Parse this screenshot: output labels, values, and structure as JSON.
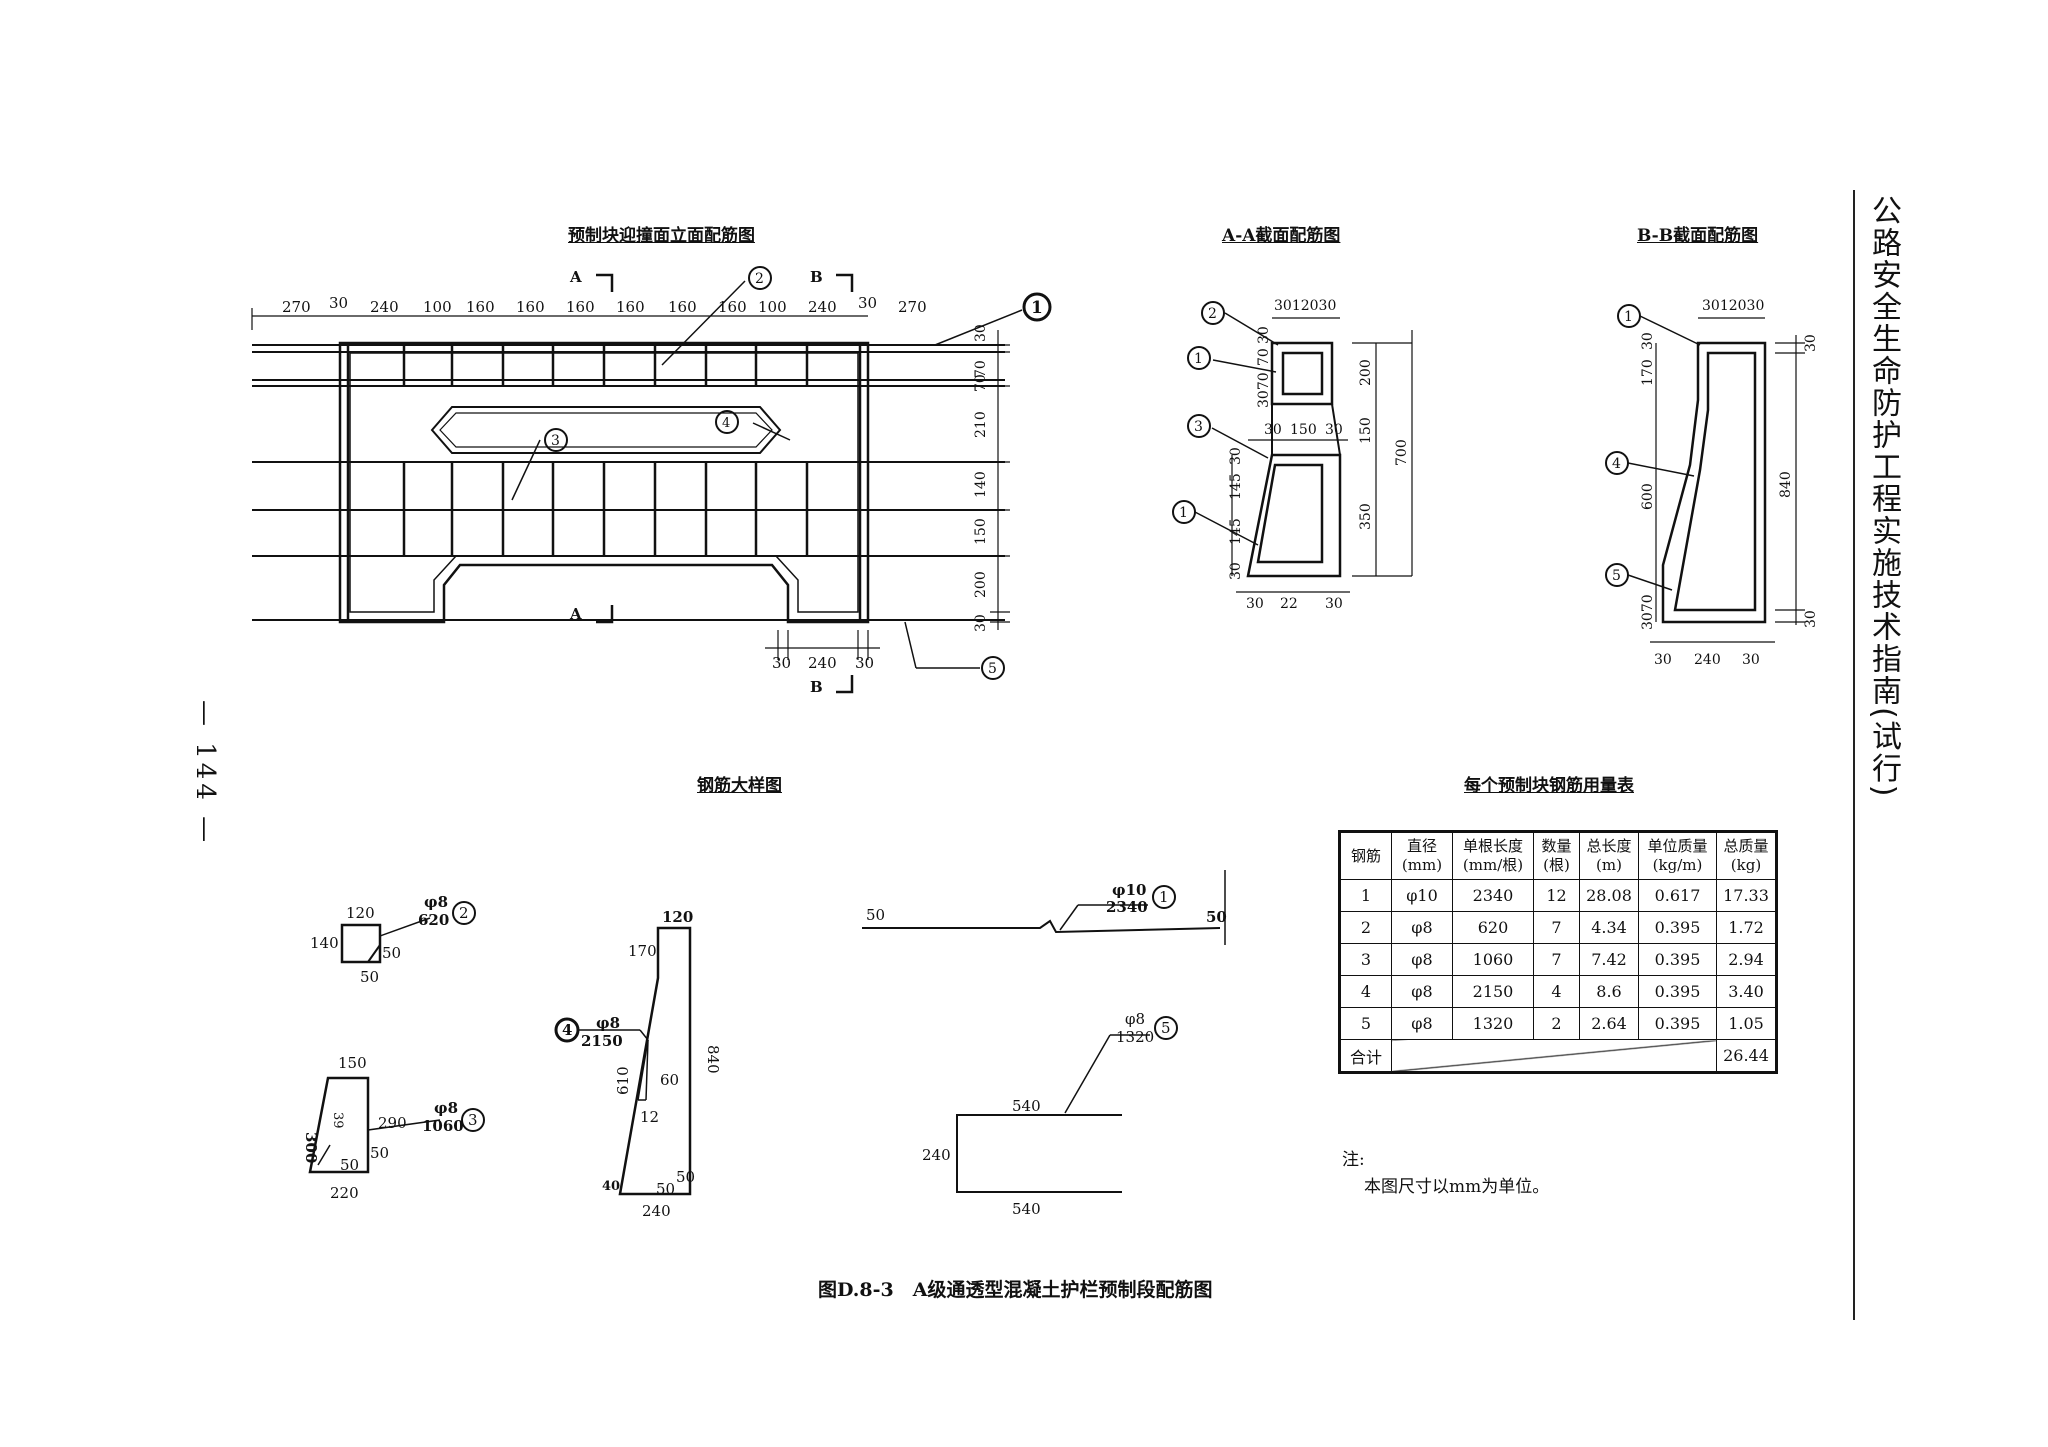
{
  "side_title": "公路安全生命防护工程实施技术指南(试行)",
  "page_number": "— 144 —",
  "caption": "图D.8-3　A级通透型混凝土护栏预制段配筋图",
  "titles": {
    "elevation": "预制块迎撞面立面配筋图",
    "section_a": "A-A截面配筋图",
    "section_b": "B-B截面配筋图",
    "detail": "钢筋大样图",
    "table": "每个预制块钢筋用量表"
  },
  "elevation": {
    "top_dims": [
      "270",
      "30",
      "240",
      "100",
      "160",
      "160",
      "160",
      "160",
      "160",
      "160",
      "100",
      "240",
      "30",
      "270"
    ],
    "right_dims": [
      "30",
      "70",
      "70",
      "210",
      "140",
      "150",
      "200",
      "30"
    ],
    "bottom_dims": [
      "30",
      "240",
      "30"
    ],
    "cut_a": "A",
    "cut_b": "B",
    "markers": [
      "1",
      "2",
      "3",
      "4",
      "5"
    ]
  },
  "section_a": {
    "top_dim": "3012030",
    "left_dims": [
      "3070",
      "70",
      "30",
      "145",
      "30",
      "145",
      "30"
    ],
    "mid_dims": [
      "30",
      "150",
      "30"
    ],
    "right_dims": [
      "200",
      "150",
      "350",
      "700"
    ],
    "bottom_dims": [
      "30",
      "22",
      "30"
    ],
    "markers": [
      "2",
      "1",
      "3",
      "1"
    ]
  },
  "section_b": {
    "top_dim": "3012030",
    "left_dims": [
      "30",
      "170",
      "600",
      "3070"
    ],
    "right_dims": [
      "30",
      "840",
      "30"
    ],
    "bottom_dims": [
      "30",
      "240",
      "30"
    ],
    "markers": [
      "1",
      "4",
      "5"
    ]
  },
  "details": {
    "bar2": {
      "dia": "φ8",
      "len": "620",
      "w": "120",
      "h": "140",
      "hook": "50",
      "hook2": "50",
      "no": "2"
    },
    "bar3": {
      "dia": "φ8",
      "len": "1060",
      "top": "150",
      "left": "300",
      "right": "290",
      "inner": "39",
      "hook": "50",
      "hook2": "50",
      "bottom": "220",
      "no": "3"
    },
    "bar4": {
      "dia": "φ8",
      "len": "2150",
      "top": "120",
      "upper": "170",
      "right": "840",
      "slope": "610",
      "inner1": "60",
      "inner2": "12",
      "hook": "50",
      "hook2": "50",
      "foot": "40",
      "bottom": "240",
      "no": "4"
    },
    "bar1": {
      "dia": "φ10",
      "len": "2340",
      "left": "50",
      "right": "50",
      "no": "1"
    },
    "bar5": {
      "dia": "φ8",
      "len": "1320",
      "top": "540",
      "height": "240",
      "bottom": "540",
      "no": "5"
    }
  },
  "table": {
    "headers": [
      [
        "钢筋",
        ""
      ],
      [
        "直径",
        "(mm)"
      ],
      [
        "单根长度",
        "(mm/根)"
      ],
      [
        "数量",
        "(根)"
      ],
      [
        "总长度",
        "(m)"
      ],
      [
        "单位质量",
        "(kg/m)"
      ],
      [
        "总质量",
        "(kg)"
      ]
    ],
    "rows": [
      [
        "1",
        "φ10",
        "2340",
        "12",
        "28.08",
        "0.617",
        "17.33"
      ],
      [
        "2",
        "φ8",
        "620",
        "7",
        "4.34",
        "0.395",
        "1.72"
      ],
      [
        "3",
        "φ8",
        "1060",
        "7",
        "7.42",
        "0.395",
        "2.94"
      ],
      [
        "4",
        "φ8",
        "2150",
        "4",
        "8.6",
        "0.395",
        "3.40"
      ],
      [
        "5",
        "φ8",
        "1320",
        "2",
        "2.64",
        "0.395",
        "1.05"
      ]
    ],
    "total_label": "合计",
    "total_value": "26.44"
  },
  "note": {
    "label": "注:",
    "text": "本图尺寸以mm为单位。"
  }
}
